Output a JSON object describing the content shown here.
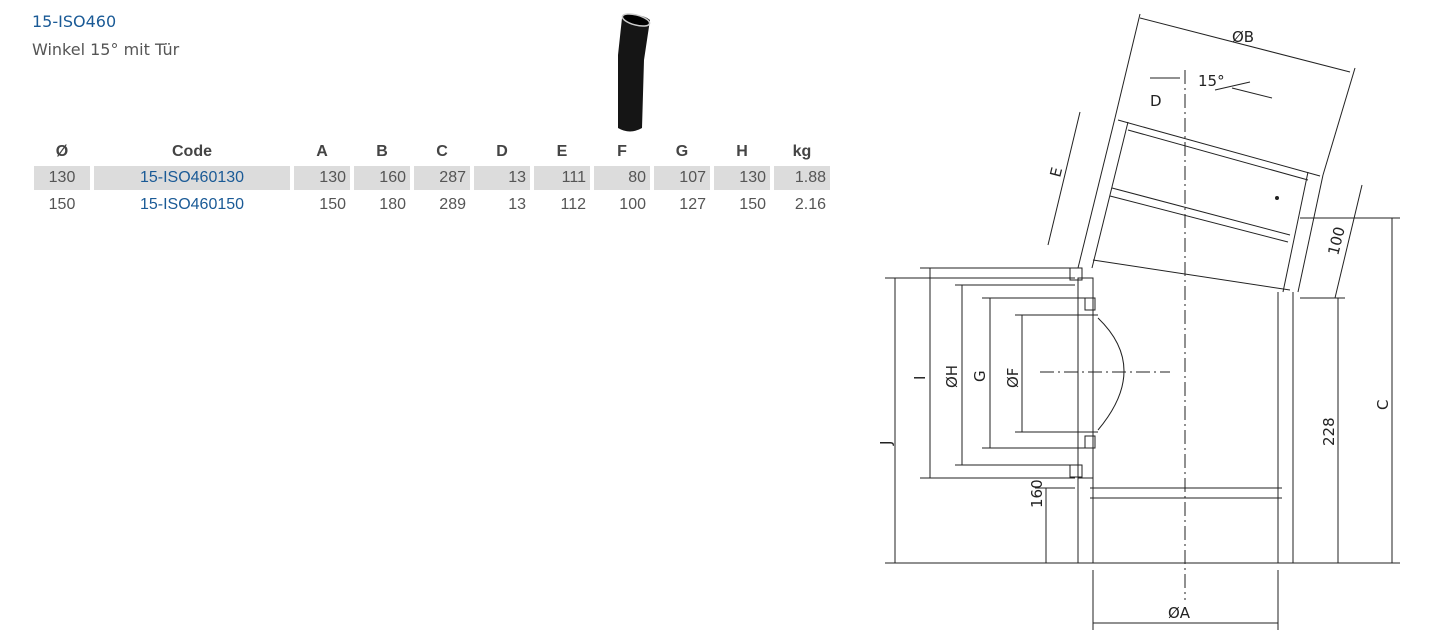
{
  "product": {
    "code": "15-ISO460",
    "name": "Winkel 15° mit Tür"
  },
  "table": {
    "headers": [
      "Ø",
      "Code",
      "A",
      "B",
      "C",
      "D",
      "E",
      "F",
      "G",
      "H",
      "kg"
    ],
    "rows": [
      [
        "130",
        "15-ISO460130",
        "130",
        "160",
        "287",
        "13",
        "111",
        "80",
        "107",
        "130",
        "1.88"
      ],
      [
        "150",
        "15-ISO460150",
        "150",
        "180",
        "289",
        "13",
        "112",
        "100",
        "127",
        "150",
        "2.16"
      ]
    ]
  },
  "drawing": {
    "labels": {
      "B": "ØB",
      "angle": "15°",
      "D": "D",
      "E": "E",
      "d100": "100",
      "C": "C",
      "d228": "228",
      "d160": "160",
      "J": "J",
      "I": "I",
      "H": "ØH",
      "G": "G",
      "F": "ØF",
      "A": "ØA"
    }
  }
}
